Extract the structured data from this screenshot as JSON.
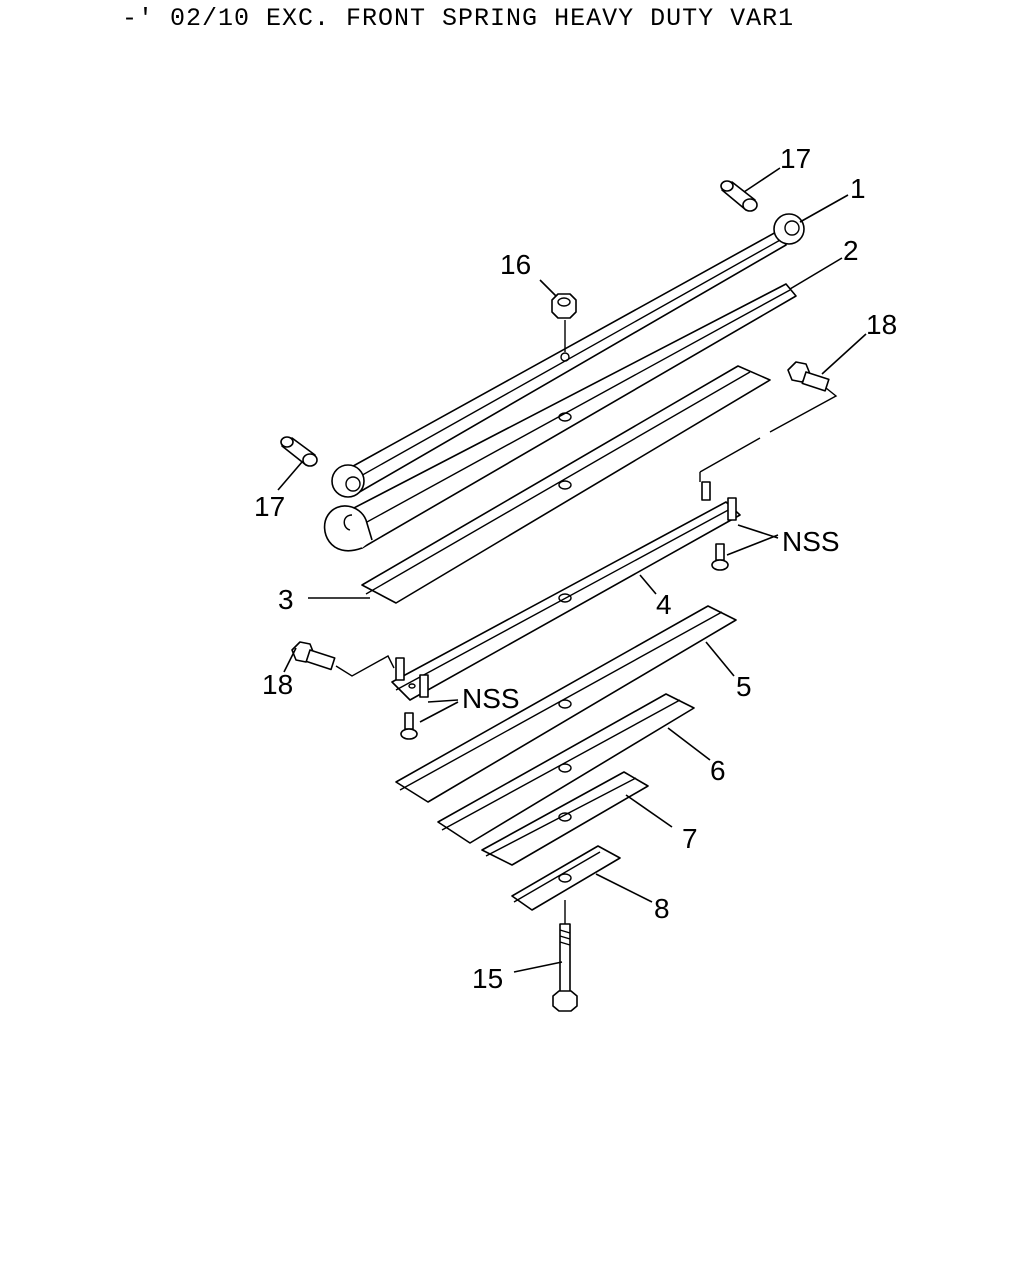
{
  "title": "-' 02/10 EXC. FRONT SPRING HEAVY DUTY VAR1",
  "callouts": {
    "c1": "1",
    "c2": "2",
    "c3": "3",
    "c4": "4",
    "c5": "5",
    "c6": "6",
    "c7": "7",
    "c8": "8",
    "c15": "15",
    "c16": "16",
    "c17a": "17",
    "c17b": "17",
    "c18a": "18",
    "c18b": "18",
    "nss_a": "NSS",
    "nss_b": "NSS"
  }
}
